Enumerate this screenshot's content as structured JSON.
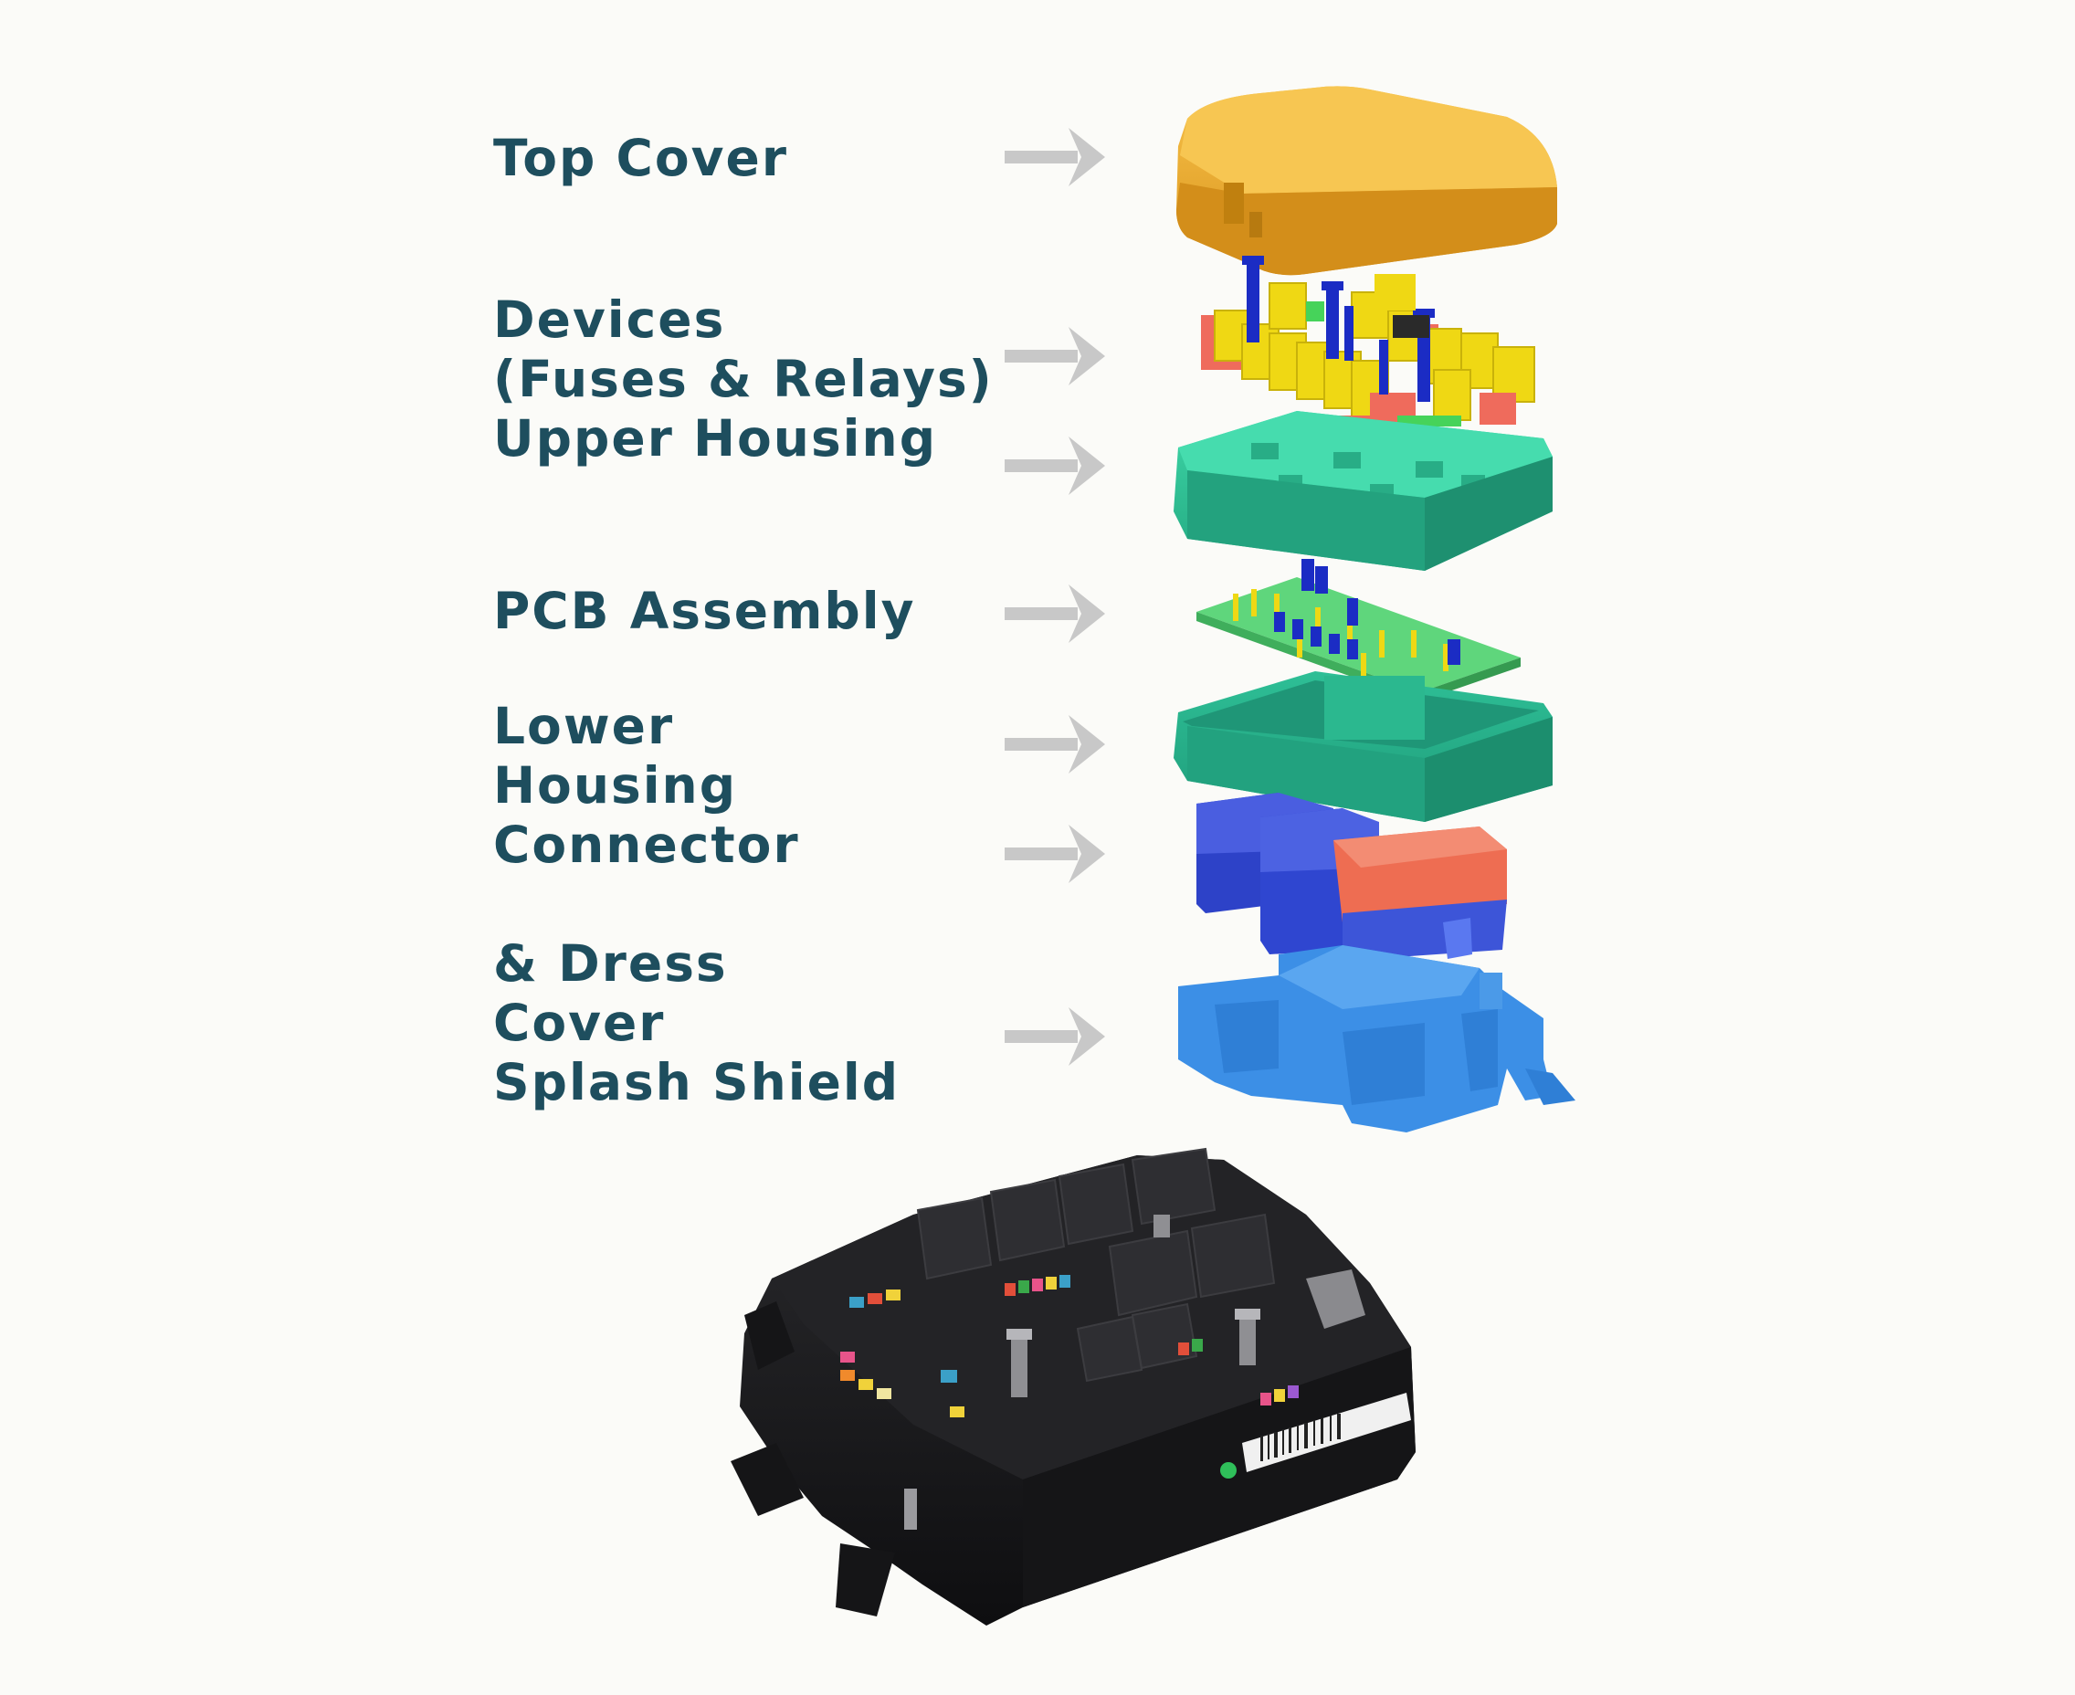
{
  "labels": [
    "Top Cover",
    "Devices",
    "(Fuses & Relays)",
    "Upper Housing",
    "PCB Assembly",
    "Lower",
    "Housing",
    "Connector",
    "& Dress",
    "Cover",
    "Splash Shield"
  ],
  "colors": {
    "label_text": "#1e4e5e",
    "arrow": "#c8c8c8",
    "top_cover": "#f2b233",
    "relay": "#efd814",
    "fuse_red": "#ef6b5c",
    "pin_blue": "#1b2cc4",
    "upper_housing": "#2fc69a",
    "pcb": "#5fd67c",
    "lower_housing": "#27b58e",
    "connector_blue": "#3d55d8",
    "connector_red": "#ee6d52",
    "splash_shield": "#3c8fe6",
    "assembled_body": "#1a1a1c"
  },
  "icons": [
    "arrow-right-icon"
  ]
}
